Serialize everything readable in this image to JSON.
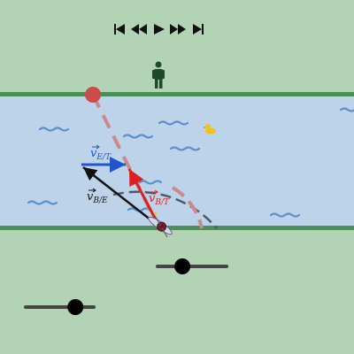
{
  "colors": {
    "grass": "#b2d4b5",
    "water": "#bcd3e9",
    "bank": "#4a8f5a",
    "wave": "#5b8fcb",
    "control_icon": "#111111",
    "person": "#1f4a2a",
    "target_marker": "#cc4b4b",
    "path_dashed": "#c98a8a",
    "arc_dashed": "#4b5a66",
    "earth_water_vector": "#2255cc",
    "boat_water_vector": "#dd1f1f",
    "boat_earth_vector": "#111111",
    "slider_track": "#444444",
    "slider_knob": "#000000",
    "duck": "#f0c419"
  },
  "playback": {
    "buttons": [
      {
        "name": "skip-to-start-button",
        "icon": "skip-start-icon"
      },
      {
        "name": "rewind-button",
        "icon": "rewind-icon"
      },
      {
        "name": "play-button",
        "icon": "play-icon"
      },
      {
        "name": "fast-forward-button",
        "icon": "fast-forward-icon"
      },
      {
        "name": "skip-to-end-button",
        "icon": "skip-end-icon"
      }
    ]
  },
  "vectors": {
    "earth_water": {
      "base": "v",
      "sub": "E/T"
    },
    "boat_water": {
      "base": "v",
      "sub": "B/T"
    },
    "boat_earth": {
      "base": "v",
      "sub": "B/E"
    }
  },
  "sliders": {
    "upper": {
      "value": 0.36
    },
    "lower": {
      "value": 0.73
    }
  },
  "icons": {
    "person": "person-icon",
    "duck": "duck-icon",
    "boat": "boat-icon",
    "target": "target-marker-icon"
  }
}
